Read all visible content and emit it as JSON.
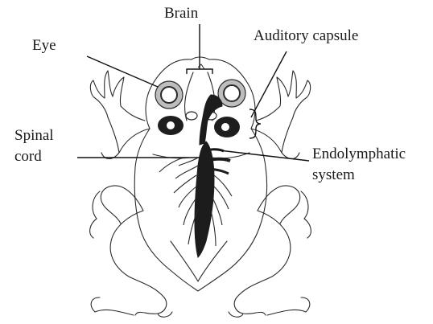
{
  "labels": {
    "brain": "Brain",
    "eye": "Eye",
    "auditory_capsule": "Auditory capsule",
    "spinal_cord": [
      "Spinal",
      "cord"
    ],
    "endolymphatic_system": [
      "Endolymphatic",
      "system"
    ]
  }
}
